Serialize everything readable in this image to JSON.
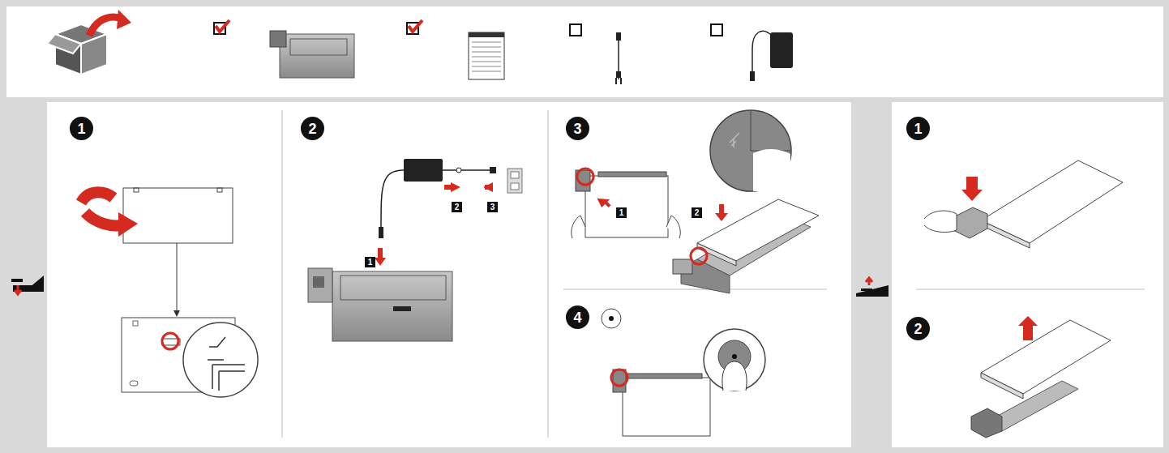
{
  "diagram": {
    "nodes": [
      {
        "text": [
          "1"
        ]
      },
      {
        "text": [
          "2"
        ]
      },
      {
        "text": [
          "1"
        ]
      },
      {
        "text": [
          "2"
        ]
      },
      {
        "text": [
          "3"
        ]
      },
      {
        "text": [
          "3"
        ]
      },
      {
        "text": [
          "1"
        ]
      },
      {
        "text": [
          "2"
        ]
      },
      {
        "text": [
          "4"
        ]
      },
      {
        "text": [
          "1"
        ]
      },
      {
        "text": [
          "2"
        ]
      }
    ]
  }
}
